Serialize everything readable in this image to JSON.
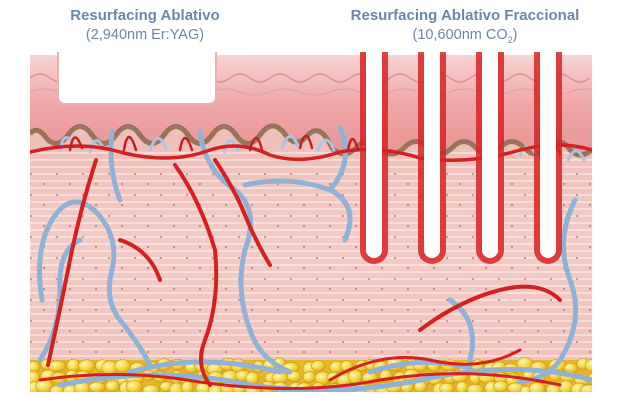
{
  "captions": {
    "left": {
      "title": "Resurfacing Ablativo",
      "subtitle": "(2,940nm Er:YAG)"
    },
    "right": {
      "title": "Resurfacing Ablativo Fraccional",
      "subtitle_main": "(10,600nm CO",
      "subtitle_sub": "2",
      "subtitle_close": ")"
    }
  },
  "illustration": {
    "layers": [
      "epidermis",
      "papillary-dermis",
      "reticular-dermis",
      "subcutaneous-fat"
    ],
    "colors": {
      "epidermis": "#efa9a8",
      "dermis": "#f0c6c0",
      "vessel": "#d42020",
      "lymph": "#8fb2d6",
      "fat": "#f3d33b",
      "ablation": "#ffffff"
    },
    "fractional_columns": 4
  }
}
